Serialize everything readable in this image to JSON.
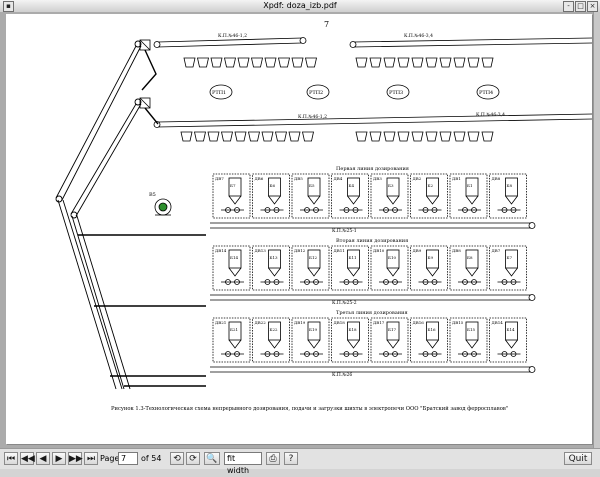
{
  "window": {
    "title": "Xpdf: doza_izb.pdf",
    "controls": [
      "-",
      "□",
      "×"
    ]
  },
  "document": {
    "page_number_label": "7",
    "caption": "Рисунок 1.3-Технологическая схема непрерывного дозирования, подачи и загрузки шихты в электропечи  ООО \"Братский завод ферросплавов\"",
    "sections": [
      "Первая линия дозирования",
      "Вторая линия дозирования",
      "Третья линия дозирования"
    ],
    "conveyors": [
      "К.П.№46-1,2",
      "К.П.№46-3,4",
      "К.П.№46-1,2",
      "К.П.№46-3,4",
      "К.П.№25-1",
      "К.П.№25-2",
      "К.П.№26"
    ],
    "furnaces": [
      "РТП1",
      "РТП2",
      "РТП3",
      "РТП4"
    ],
    "fan_label": "В5",
    "bunker_labels": [
      "ДВ7",
      "ДВ6",
      "ДВ5",
      "ДВ4",
      "ДВ3",
      "ДВ2",
      "ДВ1",
      "ДВ8",
      "ДВ14",
      "ДВ13",
      "ДВ12",
      "ДВ11",
      "ДВ10",
      "ДВ9",
      "ДВ8",
      "ДВ7",
      "ДВ21",
      "ДВ22",
      "ДВ19",
      "ДВ18",
      "ДВ17",
      "ДВ16",
      "ДВ15",
      "ДВ14"
    ],
    "scale_labels": [
      "Б7",
      "Б6",
      "Б5",
      "Б4",
      "Б3",
      "Б2",
      "Б1",
      "Б8",
      "Б14",
      "Б13",
      "Б12",
      "Б11",
      "Б10",
      "Б9",
      "Б8",
      "Б7",
      "Б21",
      "Б22",
      "Б19",
      "Б18",
      "Б17",
      "Б16",
      "Б15",
      "Б14"
    ]
  },
  "toolbar": {
    "page_label": "Page",
    "page_value": "7",
    "page_total": "of 54",
    "zoom_value": "fit width",
    "quit_label": "Quit",
    "nav_icons": [
      "⏮",
      "◀◀",
      "◀",
      "▶",
      "▶▶",
      "⏭",
      "⟲",
      "⟳"
    ]
  }
}
